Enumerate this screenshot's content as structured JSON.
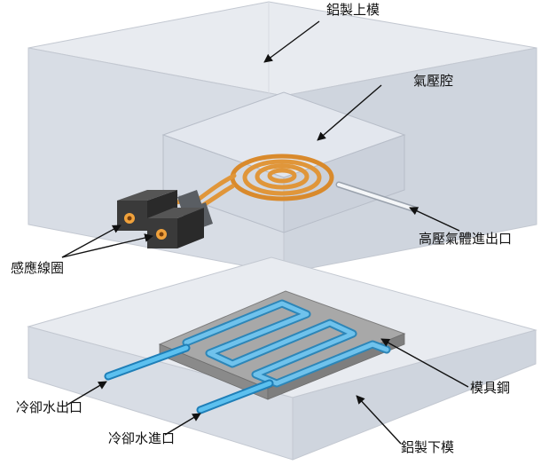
{
  "labels": {
    "upper_mold": "鋁製上模",
    "air_chamber": "氣壓腔",
    "induction_coil": "感應線圈",
    "gas_inlet_outlet": "高壓氣體進出口",
    "mold_steel": "模具鋼",
    "cooling_water_outlet": "冷卻水出口",
    "cooling_water_inlet": "冷卻水進口",
    "lower_mold": "鋁製下模"
  },
  "colors": {
    "aluminum": "#dfe3ea",
    "aluminum_edge": "#b8bec8",
    "coil": "#e0963a",
    "connector": "#3a3a3a",
    "connector_core": "#f0a23c",
    "mold_steel": "#9a9a9a",
    "cooling_channel": "#5fb7e6",
    "cooling_pipe": "#3aa6e0"
  }
}
